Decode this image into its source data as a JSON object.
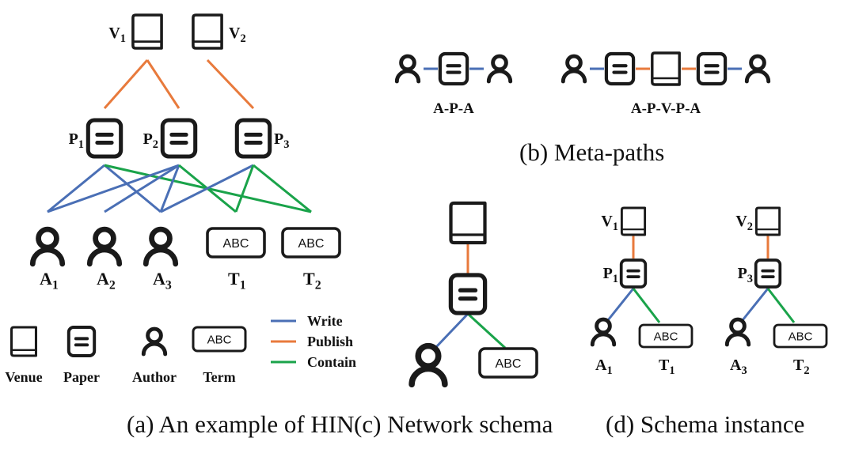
{
  "colors": {
    "write": "#4a6fb5",
    "publish": "#e87a3c",
    "contain": "#1aa34a",
    "icon": "#1a1a1a"
  },
  "panel_a": {
    "caption": "(a) An example of HIN",
    "venues": [
      {
        "id": "V1",
        "letter": "V",
        "sub": "1"
      },
      {
        "id": "V2",
        "letter": "V",
        "sub": "2"
      }
    ],
    "papers": [
      {
        "id": "P1",
        "letter": "P",
        "sub": "1"
      },
      {
        "id": "P2",
        "letter": "P",
        "sub": "2"
      },
      {
        "id": "P3",
        "letter": "P",
        "sub": "3"
      }
    ],
    "authors": [
      {
        "id": "A1",
        "letter": "A",
        "sub": "1"
      },
      {
        "id": "A2",
        "letter": "A",
        "sub": "2"
      },
      {
        "id": "A3",
        "letter": "A",
        "sub": "3"
      }
    ],
    "terms": [
      {
        "id": "T1",
        "letter": "T",
        "sub": "1",
        "text": "ABC"
      },
      {
        "id": "T2",
        "letter": "T",
        "sub": "2",
        "text": "ABC"
      }
    ],
    "edges": [
      {
        "from": "V1",
        "to": "P1",
        "type": "publish"
      },
      {
        "from": "V1",
        "to": "P2",
        "type": "publish"
      },
      {
        "from": "V2",
        "to": "P3",
        "type": "publish"
      },
      {
        "from": "P1",
        "to": "A1",
        "type": "write"
      },
      {
        "from": "P1",
        "to": "A3",
        "type": "write"
      },
      {
        "from": "P1",
        "to": "T2",
        "type": "contain"
      },
      {
        "from": "P2",
        "to": "A1",
        "type": "write"
      },
      {
        "from": "P2",
        "to": "A2",
        "type": "write"
      },
      {
        "from": "P2",
        "to": "A3",
        "type": "write"
      },
      {
        "from": "P2",
        "to": "T1",
        "type": "contain"
      },
      {
        "from": "P3",
        "to": "A3",
        "type": "write"
      },
      {
        "from": "P3",
        "to": "T1",
        "type": "contain"
      },
      {
        "from": "P3",
        "to": "T2",
        "type": "contain"
      }
    ],
    "node_legend": [
      {
        "type": "venue",
        "label": "Venue"
      },
      {
        "type": "paper",
        "label": "Paper"
      },
      {
        "type": "author",
        "label": "Author"
      },
      {
        "type": "term",
        "label": "Term",
        "text": "ABC"
      }
    ],
    "edge_legend": [
      {
        "type": "write",
        "label": "Write"
      },
      {
        "type": "publish",
        "label": "Publish"
      },
      {
        "type": "contain",
        "label": "Contain"
      }
    ]
  },
  "panel_b": {
    "caption": "(b) Meta-paths",
    "paths": [
      {
        "label": "A-P-A",
        "nodes": [
          "author",
          "paper",
          "author"
        ],
        "edges": [
          "write",
          "write"
        ]
      },
      {
        "label": "A-P-V-P-A",
        "nodes": [
          "author",
          "paper",
          "venue",
          "paper",
          "author"
        ],
        "edges": [
          "write",
          "publish",
          "publish",
          "write"
        ]
      }
    ]
  },
  "panel_c": {
    "caption": "(c) Network schema",
    "term_text": "ABC"
  },
  "panel_d": {
    "caption": "(d) Schema instance",
    "instances": [
      {
        "venue": {
          "letter": "V",
          "sub": "1"
        },
        "paper": {
          "letter": "P",
          "sub": "1"
        },
        "author": {
          "letter": "A",
          "sub": "1"
        },
        "term": {
          "letter": "T",
          "sub": "1",
          "text": "ABC"
        }
      },
      {
        "venue": {
          "letter": "V",
          "sub": "2"
        },
        "paper": {
          "letter": "P",
          "sub": "3"
        },
        "author": {
          "letter": "A",
          "sub": "3"
        },
        "term": {
          "letter": "T",
          "sub": "2",
          "text": "ABC"
        }
      }
    ]
  }
}
